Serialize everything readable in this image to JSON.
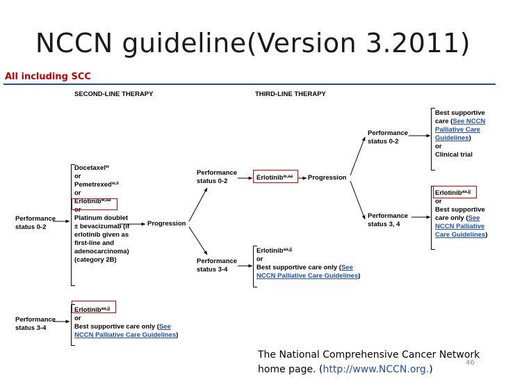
{
  "title": "NCCN guideline(Version 3.2011)",
  "subtitle": "All including SCC",
  "headers": {
    "second_line": "SECOND-LINE THERAPY",
    "third_line": "THIRD-LINE THERAPY"
  },
  "left": {
    "ps02": [
      "Performance",
      "status 0-2"
    ],
    "ps34": [
      "Performance",
      "status 3-4"
    ]
  },
  "second_line_options": {
    "docetaxel": "Docetaxel",
    "docetaxel_sup": "w",
    "or": "or",
    "pemetrexed": "Pemetrexed",
    "pemetrexed_sup": "w,ii",
    "erlotinib": "Erlotinib",
    "erlotinib_sup": "w,aa",
    "platinum": [
      "Platinum doublet",
      "± bevacizumab (if",
      "erlotinib given as",
      "first-line and",
      "adenocarcinoma)",
      "(category 2B)"
    ]
  },
  "progression": "Progression",
  "mid": {
    "ps02": [
      "Performance",
      "status 0-2"
    ],
    "ps34": [
      "Performance",
      "status 3-4"
    ],
    "erlotinib": "Erlotinib",
    "erlotinib_sup": "w,aa",
    "erlotinib2": "Erlotinib",
    "erlotinib2_sup": "aa,jj",
    "bsc_prefix": "Best supportive care only (",
    "see_link_a": "See",
    "see_link_b": "NCCN Palliative Care Guidelines",
    "close_paren": ")",
    "progression": "Progression"
  },
  "bottom_left": {
    "erlotinib": "Erlotinib",
    "erlotinib_sup": "aa,jj",
    "bsc_prefix": "Best supportive care only (",
    "see_link_a": "See",
    "see_link_b": "NCCN Palliative Care Guidelines",
    "close_paren": ")"
  },
  "right": {
    "ps02": [
      "Performance",
      "status 0-2"
    ],
    "ps34": [
      "Performance",
      "status 3, 4"
    ],
    "top_options": {
      "line1": "Best supportive",
      "line2_prefix": "care (",
      "link1": "See NCCN",
      "link2": "Palliative Care",
      "link3": "Guidelines",
      "close_paren": ")",
      "or": "or",
      "clinical_trial": "Clinical trial"
    },
    "bottom_options": {
      "erlotinib": "Erlotinib",
      "erlotinib_sup": "aa,jj",
      "or": "or",
      "line1": "Best supportive",
      "line2_prefix": "care only (",
      "link1": "See",
      "link2": "NCCN Palliative",
      "link3": "Care Guidelines",
      "close_paren": ")"
    }
  },
  "source": {
    "line1": "The National Comprehensive Cancer Network",
    "line2_prefix": "home page. (",
    "url": "http://www.NCCN.org.",
    "line2_suffix": ")"
  },
  "page_number": "46",
  "colors": {
    "highlight_box": "#d40000",
    "link": "#1f4fa8",
    "subtitle": "#c00000",
    "rule": "#1f4e8c"
  }
}
